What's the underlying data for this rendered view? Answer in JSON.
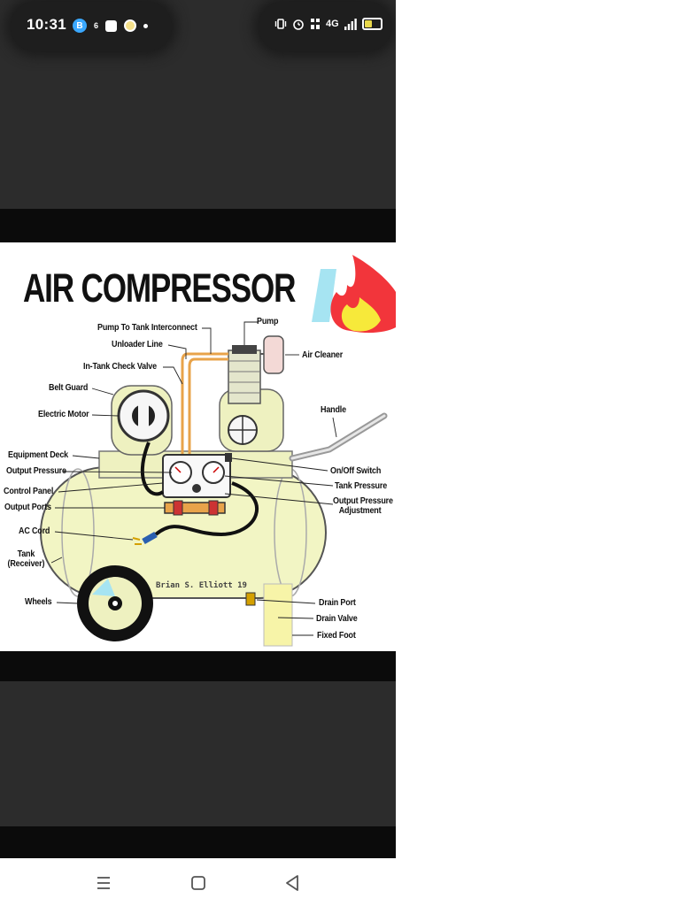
{
  "status_bar": {
    "time": "10:31",
    "left_icons": [
      "b-badge-icon",
      "gallery-icon",
      "square-icon",
      "sun-icon",
      "dot-icon"
    ],
    "b_badge": "B",
    "small_glyph": "6",
    "signal_text": "4G",
    "battery_level": 0.45
  },
  "diagram": {
    "title": "AIR COMPRESSOR",
    "labels": {
      "pump": "Pump",
      "pump_to_tank": "Pump To Tank Interconnect",
      "unloader_line": "Unloader Line",
      "in_tank_check_valve": "In-Tank Check Valve",
      "belt_guard": "Belt Guard",
      "electric_motor": "Electric Motor",
      "equipment_deck": "Equipment Deck",
      "output_pressure": "Output Pressure",
      "control_panel": "Control Panel",
      "output_ports": "Output Ports",
      "ac_cord": "AC Cord",
      "tank_line1": "Tank",
      "tank_line2": "(Receiver)",
      "wheels": "Wheels",
      "air_cleaner": "Air Cleaner",
      "handle": "Handle",
      "on_off_switch": "On/Off Switch",
      "tank_pressure": "Tank Pressure",
      "output_pressure_adj_line1": "Output Pressure",
      "output_pressure_adj_line2": "Adjustment",
      "drain_port": "Drain Port",
      "drain_valve": "Drain Valve",
      "fixed_foot": "Fixed Foot"
    },
    "signature": "Brian S. Elliott 19",
    "colors": {
      "tank": "#f2f5c4",
      "tank_outline": "#555555",
      "flame_red": "#f2353b",
      "flame_yellow": "#f7e93a",
      "accent_blue": "#a6e4f2",
      "tube": "#e8a34a"
    }
  },
  "nav_bar": {
    "buttons": [
      "menu-icon",
      "home-icon",
      "back-icon"
    ]
  }
}
